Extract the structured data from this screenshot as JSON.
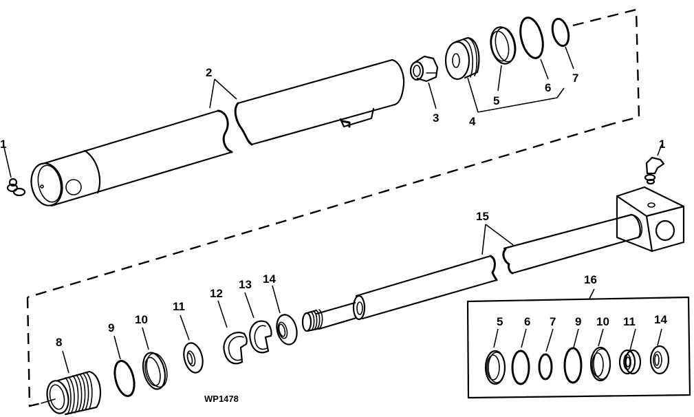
{
  "figure": {
    "title": "Hydraulic cylinder exploded parts view",
    "figure_id": "WP1478",
    "line_color": "#000000",
    "background": "#ffffff"
  },
  "callouts": {
    "grease_fitting_left": "1",
    "barrel": "2",
    "nut": "3",
    "piston": "4",
    "piston_seal": "5",
    "piston_oring_6": "6",
    "piston_ring_7": "7",
    "gland": "8",
    "gland_oring_9": "9",
    "gland_seal_10": "10",
    "rod_seal_11": "11",
    "backup_ring_12": "12",
    "backup_ring_13": "13",
    "wiper_14": "14",
    "rod": "15",
    "seal_kit": "16",
    "grease_fitting_right": "1"
  },
  "seal_kit": {
    "label": "16",
    "items": [
      "5",
      "6",
      "7",
      "9",
      "10",
      "11",
      "14"
    ]
  }
}
